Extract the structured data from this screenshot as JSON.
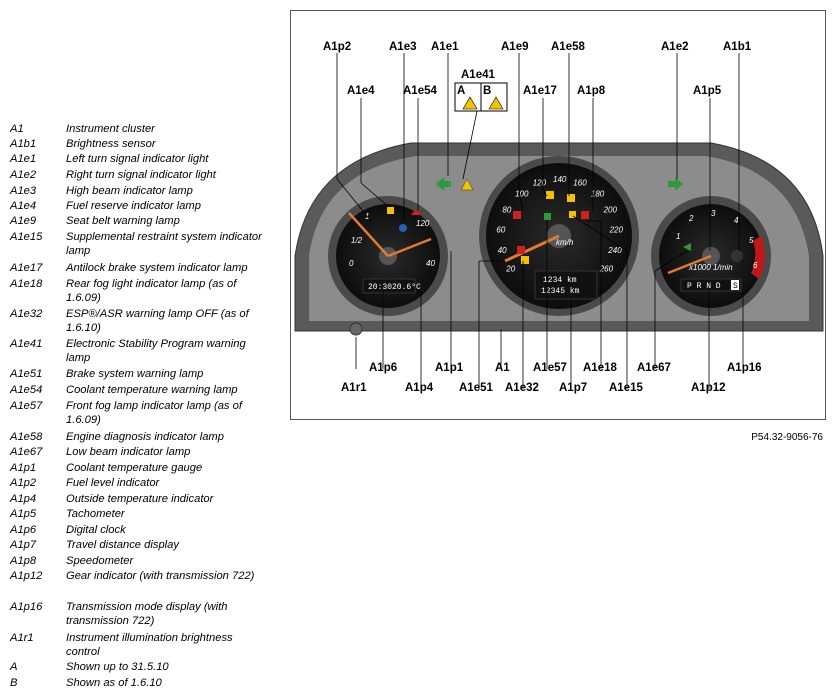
{
  "legend": [
    {
      "code": "A1",
      "desc": "Instrument cluster"
    },
    {
      "code": "A1b1",
      "desc": "Brightness sensor"
    },
    {
      "code": "A1e1",
      "desc": "Left turn signal indicator light"
    },
    {
      "code": "A1e2",
      "desc": "Right turn signal indicator light"
    },
    {
      "code": "A1e3",
      "desc": "High beam indicator lamp"
    },
    {
      "code": "A1e4",
      "desc": "Fuel reserve indicator lamp"
    },
    {
      "code": "A1e9",
      "desc": "Seat belt warning lamp"
    },
    {
      "code": "A1e15",
      "desc": "Supplemental restraint system indicator lamp"
    },
    {
      "code": "A1e17",
      "desc": "Antilock brake system indicator lamp"
    },
    {
      "code": "A1e18",
      "desc": "Rear fog light indicator lamp (as of 1.6.09)"
    },
    {
      "code": "A1e32",
      "desc": "ESP®/ASR warning lamp OFF (as of 1.6.10)"
    },
    {
      "code": "A1e41",
      "desc": "Electronic Stability Program warning lamp"
    },
    {
      "code": "A1e51",
      "desc": "Brake system warning lamp"
    },
    {
      "code": "A1e54",
      "desc": "Coolant temperature warning lamp"
    },
    {
      "code": "A1e57",
      "desc": "Front fog lamp indicator lamp (as of 1.6.09)"
    },
    {
      "code": "A1e58",
      "desc": "Engine diagnosis indicator lamp"
    },
    {
      "code": "A1e67",
      "desc": "Low beam indicator lamp"
    },
    {
      "code": "A1p1",
      "desc": "Coolant temperature gauge"
    },
    {
      "code": "A1p2",
      "desc": "Fuel level indicator"
    },
    {
      "code": "A1p4",
      "desc": "Outside temperature indicator"
    },
    {
      "code": "A1p5",
      "desc": "Tachometer"
    },
    {
      "code": "A1p6",
      "desc": "Digital clock"
    },
    {
      "code": "A1p7",
      "desc": "Travel distance display"
    },
    {
      "code": "A1p8",
      "desc": "Speedometer"
    },
    {
      "code": "A1p12",
      "desc": "Gear indicator (with transmission 722)"
    },
    {
      "code": "A1p16",
      "desc": "Transmission mode display (with transmission 722)"
    },
    {
      "code": "A1r1",
      "desc": "Instrument illumination brightness control"
    },
    {
      "code": "A",
      "desc": "Shown up to 31.5.10"
    },
    {
      "code": "B",
      "desc": "Shown as of 1.6.10"
    }
  ],
  "diagram": {
    "caption": "P54.32-9056-76",
    "top_labels": [
      "A1p2",
      "A1e3",
      "A1e1",
      "A1e9",
      "A1e58",
      "A1e2",
      "A1b1",
      "A1e4",
      "A1e54",
      "A1e41",
      "A1e17",
      "A1p8",
      "A1p5"
    ],
    "bottom_labels": [
      "A1r1",
      "A1p6",
      "A1p4",
      "A1p1",
      "A1e51",
      "A1",
      "A1e32",
      "A1e57",
      "A1p7",
      "A1e18",
      "A1e15",
      "A1e67",
      "A1p12",
      "A1p16"
    ],
    "inset_a": "A",
    "inset_b": "B",
    "left_gauge": {
      "ticks": [
        "0",
        "1/2",
        "1",
        "40",
        "120"
      ]
    },
    "speedometer": {
      "ticks": [
        "20",
        "40",
        "60",
        "80",
        "100",
        "120",
        "140",
        "160",
        "180",
        "200",
        "220",
        "240",
        "260"
      ],
      "unit": "km/h"
    },
    "tachometer": {
      "ticks": [
        "1",
        "2",
        "3",
        "4",
        "5",
        "6"
      ],
      "unit": "x1000 1/min"
    },
    "clock_display": "20:30",
    "temp_display": "20.6°C",
    "trip_display": "1234 km",
    "odo_display": "12345 km",
    "gear_display": "P R N D",
    "mode_display": "S",
    "colors": {
      "green_arrow": "#2e9a3a",
      "warning_yellow": "#f2c200",
      "red": "#d02020",
      "needle": "#e07a30"
    }
  }
}
